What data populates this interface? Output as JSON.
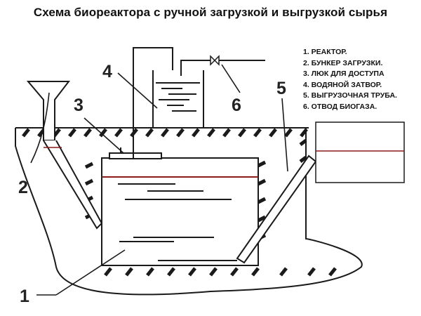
{
  "title": "Схема биореактора с ручной загрузкой и выгрузкой сырья",
  "legend": [
    "1. РЕАКТОР.",
    "2. БУНКЕР ЗАГРУЗКИ.",
    "3. ЛЮК ДЛЯ ДОСТУПА",
    "4. ВОДЯНОЙ ЗАТВОР.",
    "5. ВЫГРУЗОЧНАЯ ТРУБА.",
    "6. ОТВОД БИОГАЗА."
  ],
  "callouts": {
    "reactor": "1",
    "hopper": "2",
    "hatch": "3",
    "water_seal": "4",
    "outlet_pipe": "5",
    "gas_outlet": "6"
  },
  "colors": {
    "line": "#1a1a1a",
    "liquid_level": "#8b1a1a"
  }
}
